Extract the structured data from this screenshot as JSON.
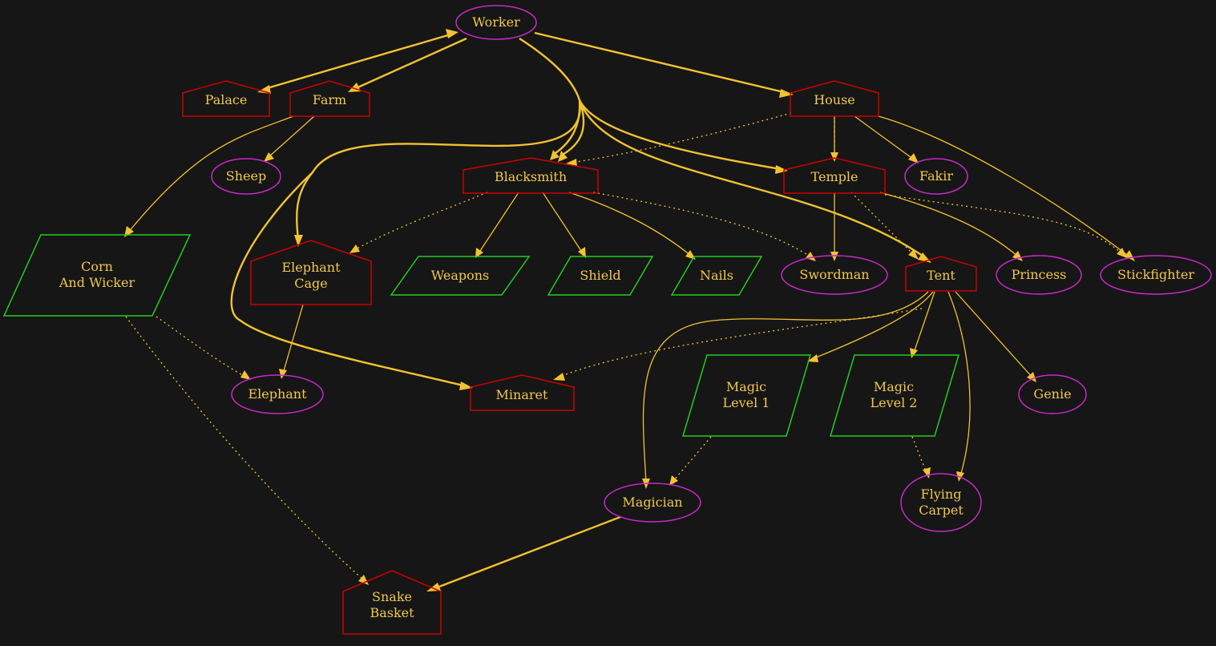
{
  "colors": {
    "background": "#161616",
    "text": "#f2c94c",
    "edge": "#f2c231",
    "unit_outline": "#c62ac7",
    "building_outline": "#cc0000",
    "resource_outline": "#22cc22"
  },
  "nodes": {
    "worker": {
      "lines": [
        "Worker"
      ]
    },
    "palace": {
      "lines": [
        "Palace"
      ]
    },
    "farm": {
      "lines": [
        "Farm"
      ]
    },
    "house": {
      "lines": [
        "House"
      ]
    },
    "sheep": {
      "lines": [
        "Sheep"
      ]
    },
    "blacksmith": {
      "lines": [
        "Blacksmith"
      ]
    },
    "temple": {
      "lines": [
        "Temple"
      ]
    },
    "fakir": {
      "lines": [
        "Fakir"
      ]
    },
    "corn": {
      "lines": [
        "Corn",
        "And Wicker"
      ]
    },
    "elephant_cage": {
      "lines": [
        "Elephant",
        "Cage"
      ]
    },
    "weapons": {
      "lines": [
        "Weapons"
      ]
    },
    "shield": {
      "lines": [
        "Shield"
      ]
    },
    "nails": {
      "lines": [
        "Nails"
      ]
    },
    "swordman": {
      "lines": [
        "Swordman"
      ]
    },
    "tent": {
      "lines": [
        "Tent"
      ]
    },
    "princess": {
      "lines": [
        "Princess"
      ]
    },
    "stickfighter": {
      "lines": [
        "Stickfighter"
      ]
    },
    "elephant": {
      "lines": [
        "Elephant"
      ]
    },
    "minaret": {
      "lines": [
        "Minaret"
      ]
    },
    "magic1": {
      "lines": [
        "Magic",
        "Level 1"
      ]
    },
    "magic2": {
      "lines": [
        "Magic",
        "Level 2"
      ]
    },
    "genie": {
      "lines": [
        "Genie"
      ]
    },
    "magician": {
      "lines": [
        "Magician"
      ]
    },
    "flying_carpet": {
      "lines": [
        "Flying",
        "Carpet"
      ]
    },
    "snake_basket": {
      "lines": [
        "Snake",
        "Basket"
      ]
    }
  }
}
